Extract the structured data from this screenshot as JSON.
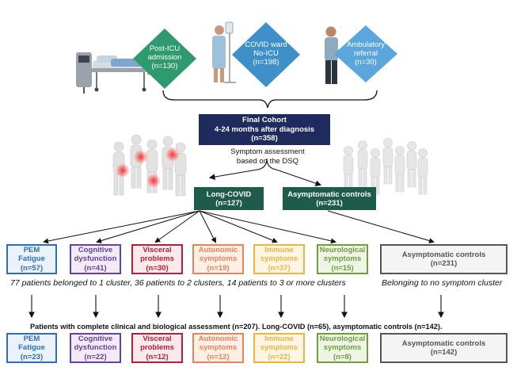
{
  "colors": {
    "diamond_green": "#2e9a6e",
    "diamond_blue_mid": "#3f8fc9",
    "diamond_blue_light": "#5aa6dd",
    "cohort_navy": "#1f2a5e",
    "group_green": "#1e5b4a",
    "pem": "#2f6db5",
    "cognitive": "#6a3f9e",
    "visceral": "#b3203a",
    "autonomic": "#e8845a",
    "immune": "#f2b340",
    "neurological": "#6f9f3a",
    "asymptomatic": "#555555"
  },
  "entry": {
    "post_icu": "Post-ICU\nadmission\n(n=130)",
    "covid_ward": "COVID ward\nNo-ICU\n(n=198)",
    "ambulatory": "Ambulatory\nreferral\n(n=30)"
  },
  "final_cohort": "Final Cohort\n4-24 months after diagnosis\n(n=358)",
  "symptom_assessment": "Symptom assessment\nbased on the DSQ",
  "groups": {
    "long_covid": "Long-COVID\n(n=127)",
    "asymptomatic": "Asymptomatic controls\n(n=231)"
  },
  "clusters_row1": [
    {
      "label": "PEM\nFatigue\n(n=57)",
      "key": "pem"
    },
    {
      "label": "Cognitive\ndysfunction\n(n=41)",
      "key": "cognitive"
    },
    {
      "label": "Visceral\nproblems\n(n=30)",
      "key": "visceral"
    },
    {
      "label": "Autonomic\nsymptoms\n(n=19)",
      "key": "autonomic"
    },
    {
      "label": "Immune\nsymptoms\n(n=37)",
      "key": "immune"
    },
    {
      "label": "Neurological\nsymptoms\n(n=15)",
      "key": "neurological"
    },
    {
      "label": "Asymptomatic controls\n(n=231)",
      "key": "asymptomatic"
    }
  ],
  "cluster_note": "77 patients belonged to 1 cluster, 36 patients to 2 clusters, 14 patients to 3 or more clusters",
  "no_cluster_note": "Belonging to no symptom cluster",
  "complete_assessment": "Patients with complete clinical and biological assessment (n=207). Long-COVID (n=65), asymptomatic controls (n=142).",
  "clusters_row2": [
    {
      "label": "PEM\nFatigue\n(n=23)",
      "key": "pem"
    },
    {
      "label": "Cognitive\ndysfunction\n(n=22)",
      "key": "cognitive"
    },
    {
      "label": "Visceral\nproblems\n(n=12)",
      "key": "visceral"
    },
    {
      "label": "Autonomic\nsymptoms\n(n=12)",
      "key": "autonomic"
    },
    {
      "label": "Immune\nsymptoms\n(n=22)",
      "key": "immune"
    },
    {
      "label": "Neurological\nsymptoms\n(n=8)",
      "key": "neurological"
    },
    {
      "label": "Asymptomatic controls\n(n=142)",
      "key": "asymptomatic"
    }
  ],
  "icons": [
    "hospital-bed-icon",
    "patient-with-iv-icon",
    "standing-person-icon",
    "body-pain-figures-icon",
    "healthy-figures-icon",
    "down-arrow-icon"
  ]
}
